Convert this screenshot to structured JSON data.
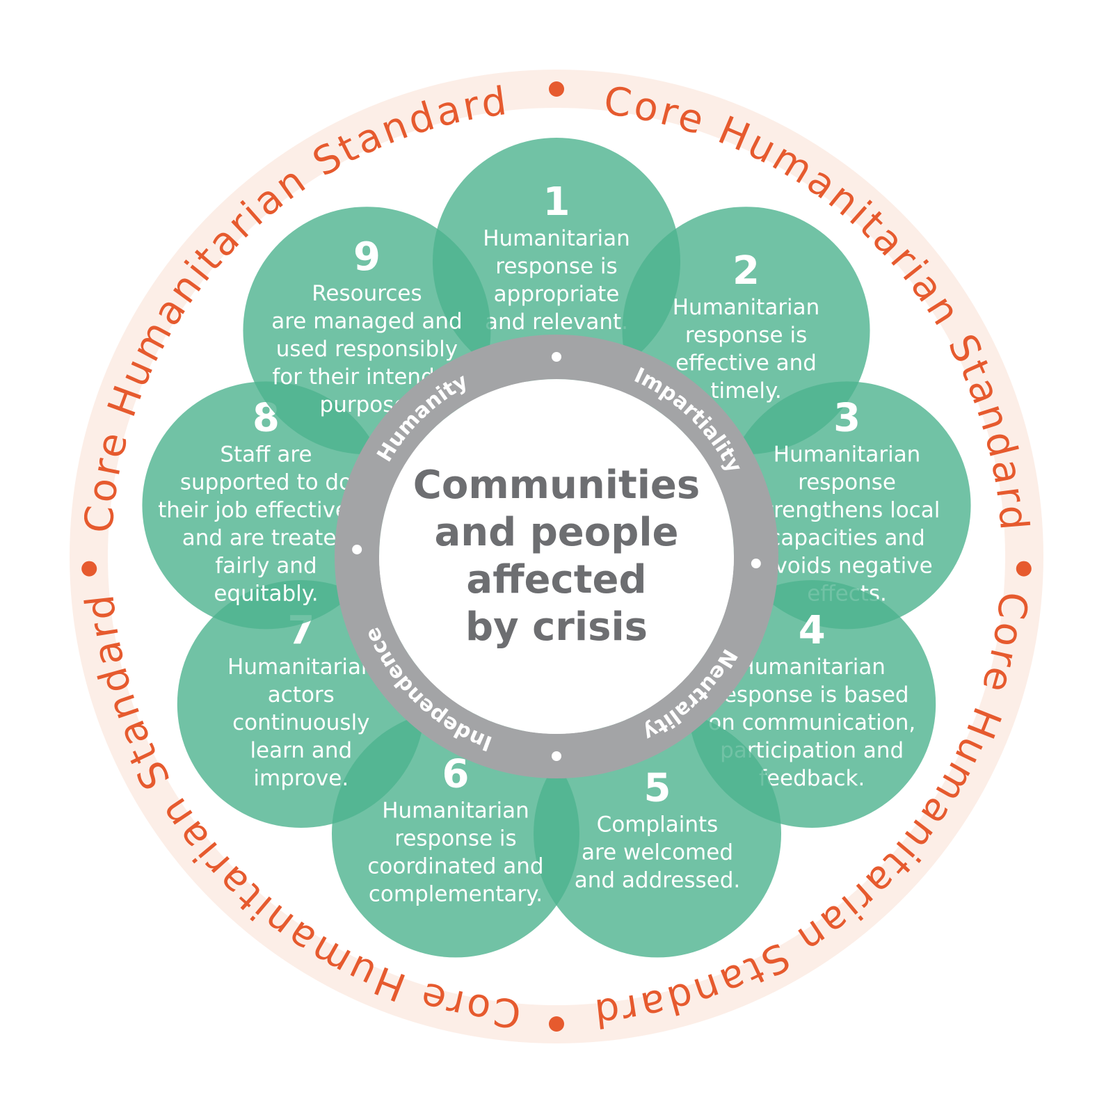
{
  "colors": {
    "accent": "#E65A2E",
    "ring_fill": "#FCEEE7",
    "petal": "#4DB38E",
    "principle_ring": "#A3A4A6",
    "center_text": "#6D6E71"
  },
  "outer_ring": {
    "text": "Core Humanitarian Standard",
    "separator": "•"
  },
  "center": {
    "lines": [
      "Communities",
      "and people",
      "affected",
      "by crisis"
    ]
  },
  "principles": [
    "Humanity",
    "Impartiality",
    "Neutrality",
    "Independence"
  ],
  "commitments": [
    {
      "number": "1",
      "lines": [
        "Humanitarian",
        "response is",
        "appropriate",
        "and relevant."
      ]
    },
    {
      "number": "2",
      "lines": [
        "Humanitarian",
        "response is",
        "effective and",
        "timely."
      ]
    },
    {
      "number": "3",
      "lines": [
        "Humanitarian",
        "response",
        "strengthens local",
        "capacities and",
        "avoids negative",
        "effects."
      ]
    },
    {
      "number": "4",
      "lines": [
        "Humanitarian",
        "response is based",
        "on communication,",
        "participation and",
        "feedback."
      ]
    },
    {
      "number": "5",
      "lines": [
        "Complaints",
        "are welcomed",
        "and addressed."
      ]
    },
    {
      "number": "6",
      "lines": [
        "Humanitarian",
        "response is",
        "coordinated and",
        "complementary."
      ]
    },
    {
      "number": "7",
      "lines": [
        "Humanitarian",
        "actors",
        "continuously",
        "learn and",
        "improve."
      ]
    },
    {
      "number": "8",
      "lines": [
        "Staff are",
        "supported to do",
        "their job effectively,",
        "and are treated",
        "fairly and",
        "equitably."
      ]
    },
    {
      "number": "9",
      "lines": [
        "Resources",
        "are managed and",
        "used responsibly",
        "for their intended",
        "purpose."
      ]
    }
  ]
}
